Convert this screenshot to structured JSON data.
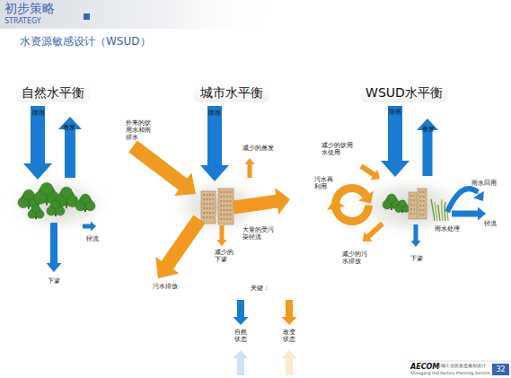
{
  "diagram": {
    "title": "初步策略",
    "nodes": [
      {
        "text": [
          "自然水平衡"
        ]
      },
      {
        "text": [
          "城市水平衡"
        ]
      },
      {
        "text": [
          "WSUD水平衡"
        ]
      }
    ],
    "labels": [
      "STRATEGY",
      "水资源敏感设计（WSUD）",
      "降雨",
      "蒸发",
      "径流",
      "下渗",
      "外来的饮用水和雨排水",
      "降雨",
      "减少的蒸发",
      "大量的受污染径流",
      "减少的下渗",
      "污水排放",
      "降雨",
      "蒸发",
      "减少的饮用水使用",
      "污水再利用",
      "雨水回用",
      "雨水处理",
      "径流",
      "减少的污水排放",
      "下渗",
      "关键：",
      "AECOM",
      "首钢工业区改造规划设计",
      "Shougang Old Factory Planning Service",
      "32"
    ],
    "legend": [
      {
        "text": "自然状态",
        "color": "#1a7bd3"
      },
      {
        "text": "改变状态",
        "color": "#f29a1f"
      }
    ]
  }
}
